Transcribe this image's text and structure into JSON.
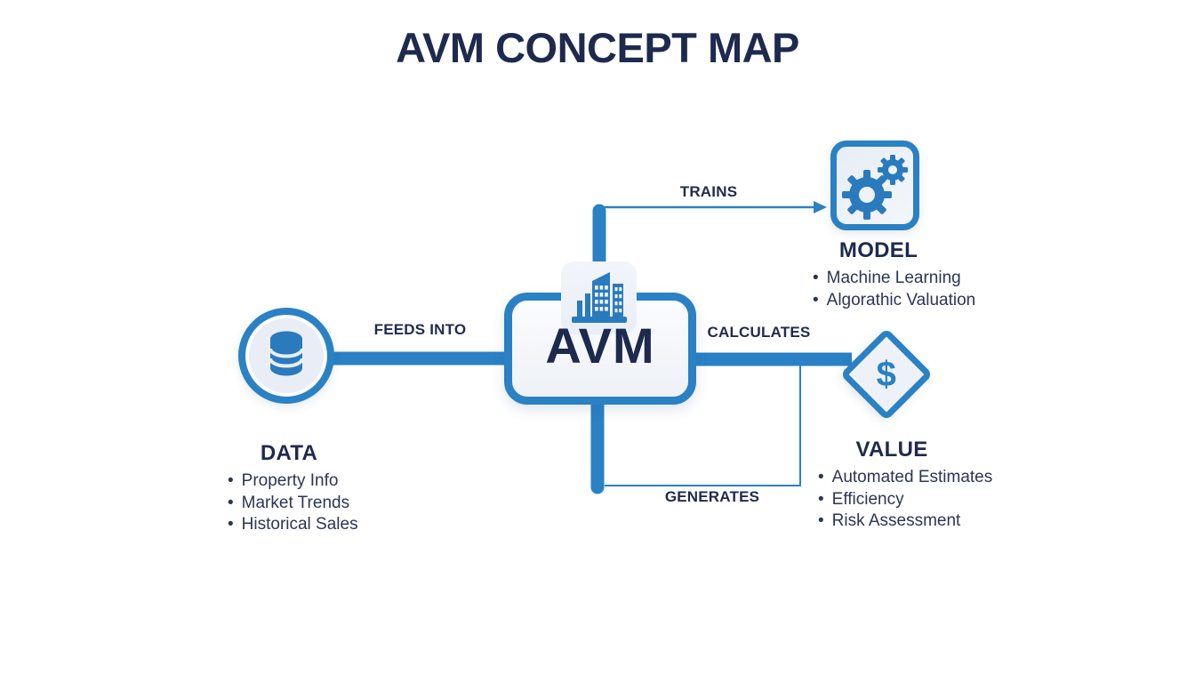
{
  "title": "AVM CONCEPT MAP",
  "colors": {
    "accent_blue": "#2a81c4",
    "icon_blue": "#2a7abe",
    "navy_text": "#1e2a4d",
    "node_fill": "#e9eef6"
  },
  "center": {
    "label": "AVM",
    "icon": "building-icon"
  },
  "nodes": {
    "data": {
      "title": "DATA",
      "icon": "database-icon",
      "items": [
        "Property Info",
        "Market Trends",
        "Historical Sales"
      ]
    },
    "model": {
      "title": "MODEL",
      "icon": "gears-icon",
      "items": [
        "Machine Learning",
        "Algorathic Valuation"
      ]
    },
    "value": {
      "title": "VALUE",
      "icon": "dollar-icon",
      "dollar_glyph": "$",
      "items": [
        "Automated Estimates",
        "Efficiency",
        "Risk Assessment"
      ]
    }
  },
  "edges": {
    "feeds_into": "FEEDS INTO",
    "trains": "TRAINS",
    "calculates": "CALCULATES",
    "generates": "GENERATES"
  }
}
